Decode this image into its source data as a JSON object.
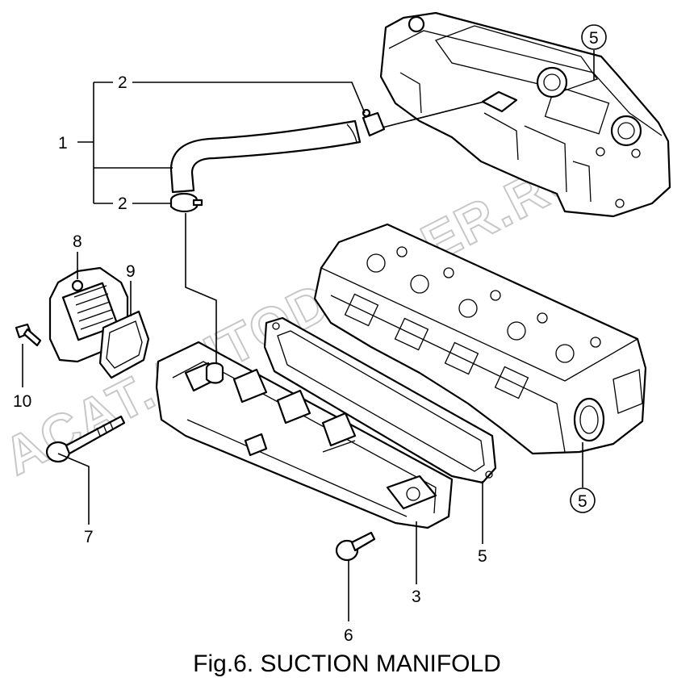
{
  "caption": "Fig.6.  SUCTION MANIFOLD",
  "watermark": "ACAT.AUTODEALER.RU",
  "callouts": {
    "c1": "1",
    "c2_top": "2",
    "c2_bottom": "2",
    "c3": "3",
    "c5_top": "5",
    "c5_gasket": "5",
    "c5_right": "5",
    "c6": "6",
    "c7": "7",
    "c8": "8",
    "c9": "9",
    "c10": "10"
  }
}
